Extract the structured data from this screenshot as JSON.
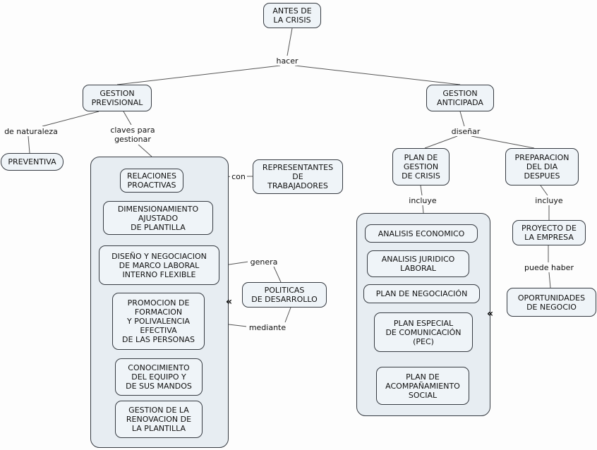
{
  "title": "ANTES DE LA CRISIS concept map",
  "colors": {
    "node_fill": "#eff4f8",
    "container_fill": "#e7edf2",
    "border": "#363b42",
    "line": "#555555",
    "background": "#fdfdfd"
  },
  "nodes": {
    "antes": {
      "label": "ANTES DE\nLA CRISIS"
    },
    "gestion_previsional": {
      "label": "GESTION\nPREVISIONAL"
    },
    "gestion_anticipada": {
      "label": "GESTION\nANTICIPADA"
    },
    "preventiva": {
      "label": "PREVENTIVA"
    },
    "relaciones": {
      "label": "RELACIONES\nPROACTIVAS"
    },
    "dimensionamiento": {
      "label": "DIMENSIONAMIENTO\nAJUSTADO\nDE PLANTILLA"
    },
    "diseno_marco": {
      "label": "DISEÑO Y NEGOCIACION\nDE MARCO LABORAL\nINTERNO FLEXIBLE"
    },
    "promocion": {
      "label": "PROMOCION DE\nFORMACION\nY POLIVALENCIA\nEFECTIVA\nDE LAS PERSONAS"
    },
    "conocimiento": {
      "label": "CONOCIMIENTO\nDEL EQUIPO Y\nDE SUS MANDOS"
    },
    "renovacion": {
      "label": "GESTION DE LA\nRENOVACION DE\nLA PLANTILLA"
    },
    "representantes": {
      "label": "REPRESENTANTES\nDE\nTRABAJADORES"
    },
    "politicas": {
      "label": "POLITICAS\nDE DESARROLLO"
    },
    "plan_gestion_crisis": {
      "label": "PLAN DE\nGESTION\nDE CRISIS"
    },
    "preparacion": {
      "label": "PREPARACION\nDEL DIA\nDESPUES"
    },
    "analisis_economico": {
      "label": "ANALISIS ECONOMICO"
    },
    "analisis_juridico": {
      "label": "ANALISIS JURIDICO\nLABORAL"
    },
    "plan_negociacion": {
      "label": "PLAN DE NEGOCIACIÓN"
    },
    "plan_comunicacion": {
      "label": "PLAN ESPECIAL\nDE COMUNICACIÓN\n(PEC)"
    },
    "plan_acompanamiento": {
      "label": "PLAN DE\nACOMPAÑAMIENTO\nSOCIAL"
    },
    "proyecto_empresa": {
      "label": "PROYECTO DE\nLA EMPRESA"
    },
    "oportunidades": {
      "label": "OPORTUNIDADES\nDE NEGOCIO"
    }
  },
  "phrases": {
    "hacer": {
      "label": "hacer"
    },
    "de_naturaleza": {
      "label": "de naturaleza"
    },
    "claves": {
      "label": "claves para\ngestionar"
    },
    "con": {
      "label": "con"
    },
    "genera": {
      "label": "genera"
    },
    "mediante": {
      "label": "mediante"
    },
    "disenar": {
      "label": "diseñar"
    },
    "incluye_izq": {
      "label": "incluye"
    },
    "incluye_der": {
      "label": "incluye"
    },
    "puede_haber": {
      "label": "puede haber"
    }
  },
  "icons": {
    "collapse_left": {
      "glyph": "«"
    },
    "collapse_right": {
      "glyph": "«"
    }
  }
}
